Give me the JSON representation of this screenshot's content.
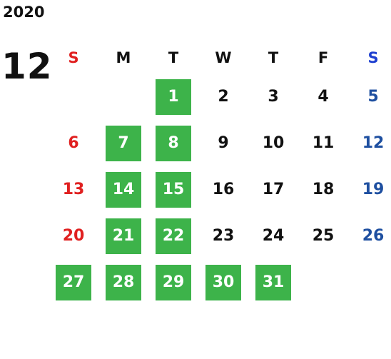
{
  "year": "2020",
  "month": "12",
  "weekdays": [
    "S",
    "M",
    "T",
    "W",
    "T",
    "F",
    "S"
  ],
  "colors": {
    "sunday": "#e02020",
    "saturday": "#1e4fa0",
    "highlight": "#3db34a",
    "text": "#111111"
  },
  "weeks": [
    [
      {
        "d": ""
      },
      {
        "d": ""
      },
      {
        "d": "1",
        "hl": true
      },
      {
        "d": "2"
      },
      {
        "d": "3"
      },
      {
        "d": "4"
      },
      {
        "d": "5"
      }
    ],
    [
      {
        "d": "6"
      },
      {
        "d": "7",
        "hl": true
      },
      {
        "d": "8",
        "hl": true
      },
      {
        "d": "9"
      },
      {
        "d": "10"
      },
      {
        "d": "11"
      },
      {
        "d": "12"
      }
    ],
    [
      {
        "d": "13"
      },
      {
        "d": "14",
        "hl": true
      },
      {
        "d": "15",
        "hl": true
      },
      {
        "d": "16"
      },
      {
        "d": "17"
      },
      {
        "d": "18"
      },
      {
        "d": "19"
      }
    ],
    [
      {
        "d": "20"
      },
      {
        "d": "21",
        "hl": true
      },
      {
        "d": "22",
        "hl": true
      },
      {
        "d": "23"
      },
      {
        "d": "24"
      },
      {
        "d": "25"
      },
      {
        "d": "26"
      }
    ],
    [
      {
        "d": "27",
        "hl": true
      },
      {
        "d": "28",
        "hl": true
      },
      {
        "d": "29",
        "hl": true
      },
      {
        "d": "30",
        "hl": true
      },
      {
        "d": "31",
        "hl": true
      },
      {
        "d": ""
      },
      {
        "d": ""
      }
    ]
  ]
}
